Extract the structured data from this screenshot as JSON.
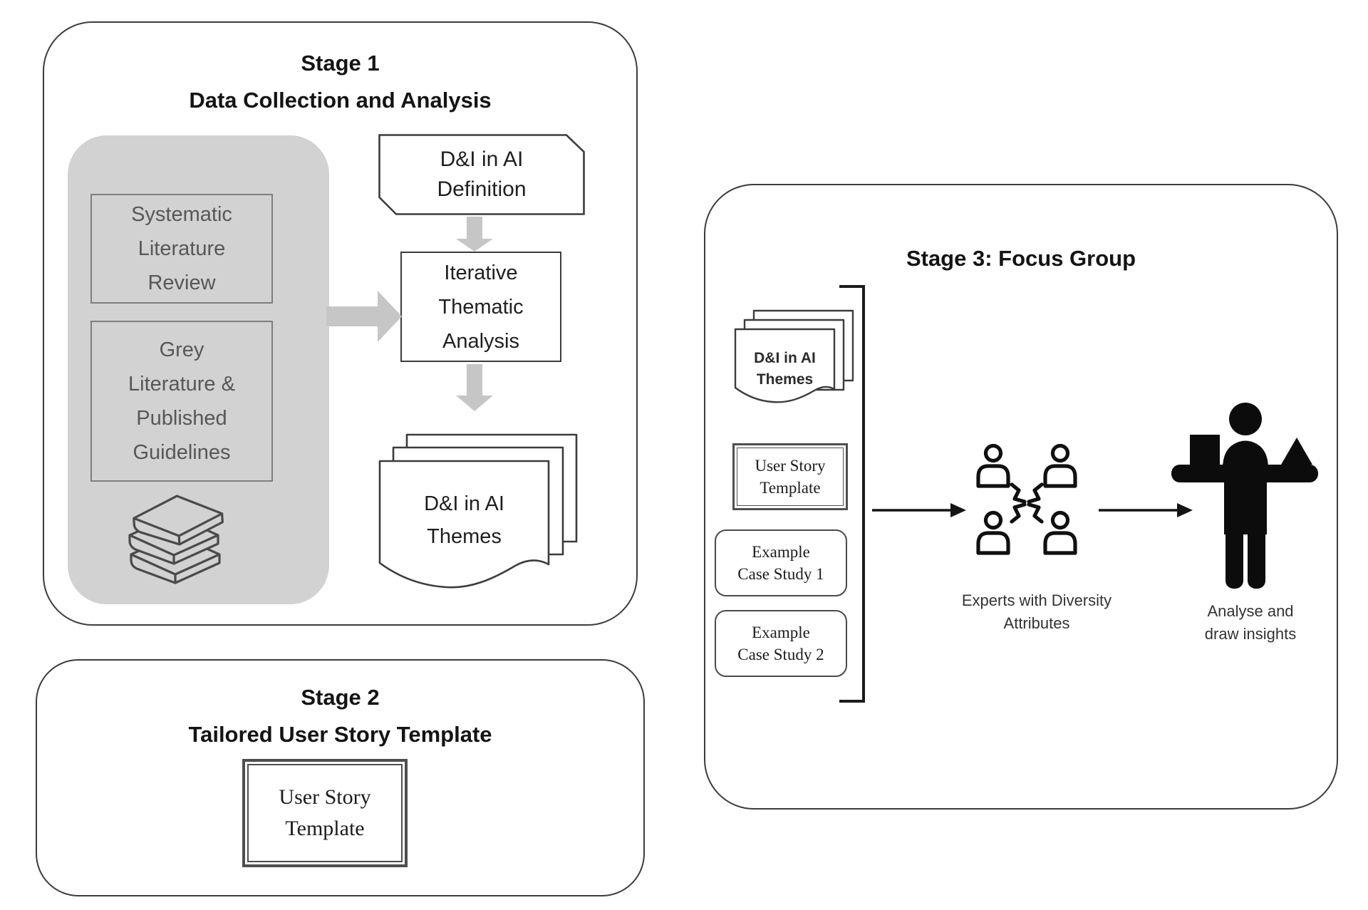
{
  "stage1": {
    "title_line1": "Stage 1",
    "title_line2": "Data Collection and Analysis",
    "slr_box": "Systematic\nLiterature\nReview",
    "grey_lit_box": "Grey\nLiterature &\nPublished\nGuidelines",
    "definition_card": "D&I in AI\nDefinition",
    "iterative_box": "Iterative\nThematic\nAnalysis",
    "themes_stack": "D&I in AI\nThemes"
  },
  "stage2": {
    "title_line1": "Stage 2",
    "title_line2": "Tailored User Story Template",
    "user_story_template": "User Story\nTemplate"
  },
  "stage3": {
    "title": "Stage 3: Focus Group",
    "themes_stack": "D&I in AI\nThemes",
    "user_story_template": "User Story\nTemplate",
    "case_study_1": "Example\nCase Study 1",
    "case_study_2": "Example\nCase Study 2",
    "experts_caption": "Experts with Diversity\nAttributes",
    "analyse_caption": "Analyse and\ndraw insights"
  },
  "icons": {
    "books": "books-stack-icon",
    "experts": "people-group-icon",
    "person": "person-balancing-shapes-icon",
    "block_arrows": "grey-block-arrow-icon",
    "thin_arrows": "right-arrow-icon",
    "bracket": "grouping-bracket"
  },
  "colors": {
    "panel_grey": "#d2d2d2",
    "block_arrow_grey": "#c6c6c6",
    "border_dark": "#3c3c3c",
    "grey_text": "#575757",
    "silhouette_black": "#0c0c0c"
  }
}
